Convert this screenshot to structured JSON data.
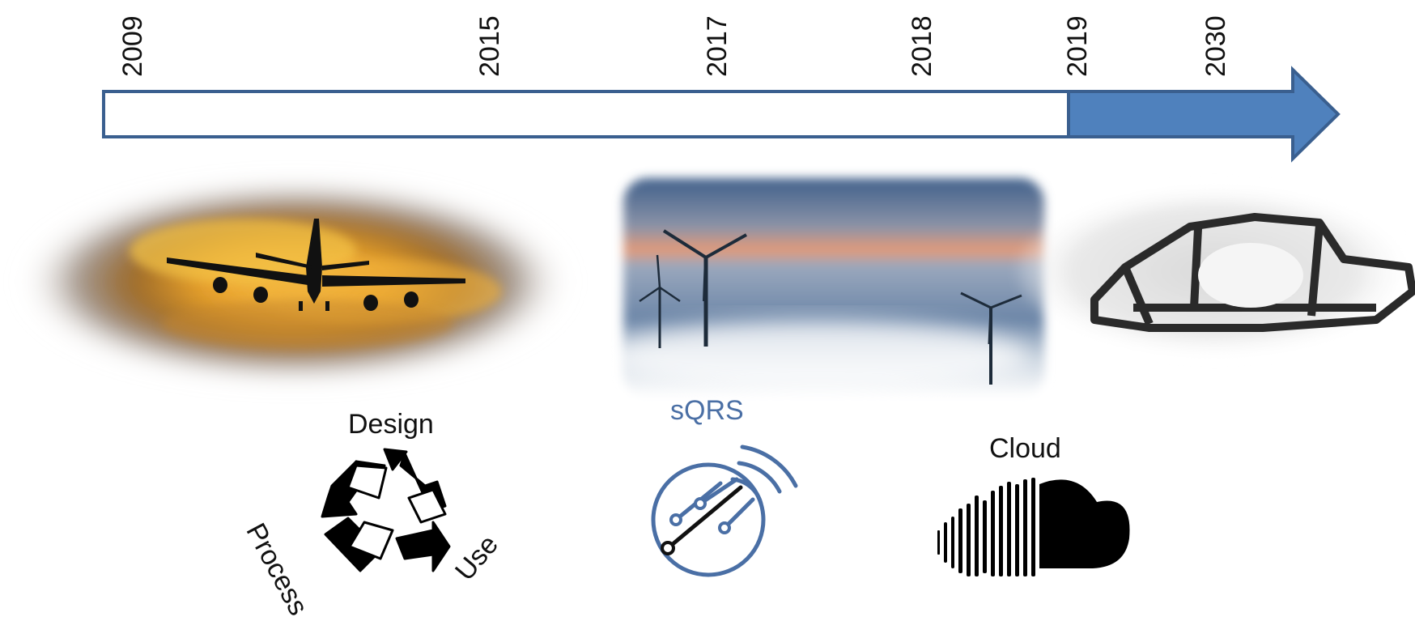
{
  "timeline": {
    "years": [
      "2009",
      "2015",
      "2017",
      "2018",
      "2019",
      "2030"
    ],
    "fill_color": "#4f81bd",
    "outline_color": "#3a5f8f"
  },
  "images": {
    "airplane": "airplane-sunset-image",
    "wind_turbines": "wind-turbines-image",
    "car_frame": "car-frame-image"
  },
  "recycle": {
    "design_label": "Design",
    "process_label": "Process",
    "use_label": "Use"
  },
  "sqrs": {
    "label": "sQRS",
    "color": "#4a6fa5"
  },
  "cloud": {
    "label": "Cloud"
  }
}
